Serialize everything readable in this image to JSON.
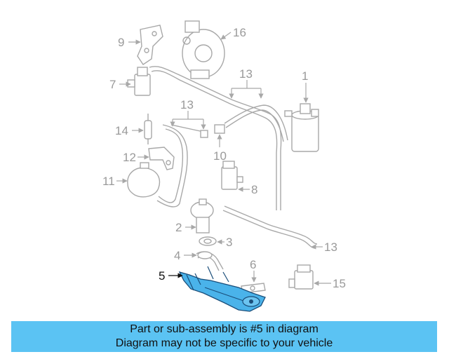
{
  "diagram": {
    "callouts": [
      "1",
      "2",
      "3",
      "4",
      "5",
      "6",
      "7",
      "8",
      "9",
      "10",
      "11",
      "12",
      "13",
      "13",
      "13",
      "14",
      "15",
      "16"
    ],
    "highlighted": "5",
    "colors": {
      "parts": "#a8a8a8",
      "highlight_fill": "#4ab3ea",
      "highlight_stroke": "#1a4e7a",
      "banner": "#5bc3f3"
    }
  },
  "banner": {
    "line1": "Part or sub-assembly is #5 in diagram",
    "line2": "Diagram may not be specific to your vehicle"
  }
}
